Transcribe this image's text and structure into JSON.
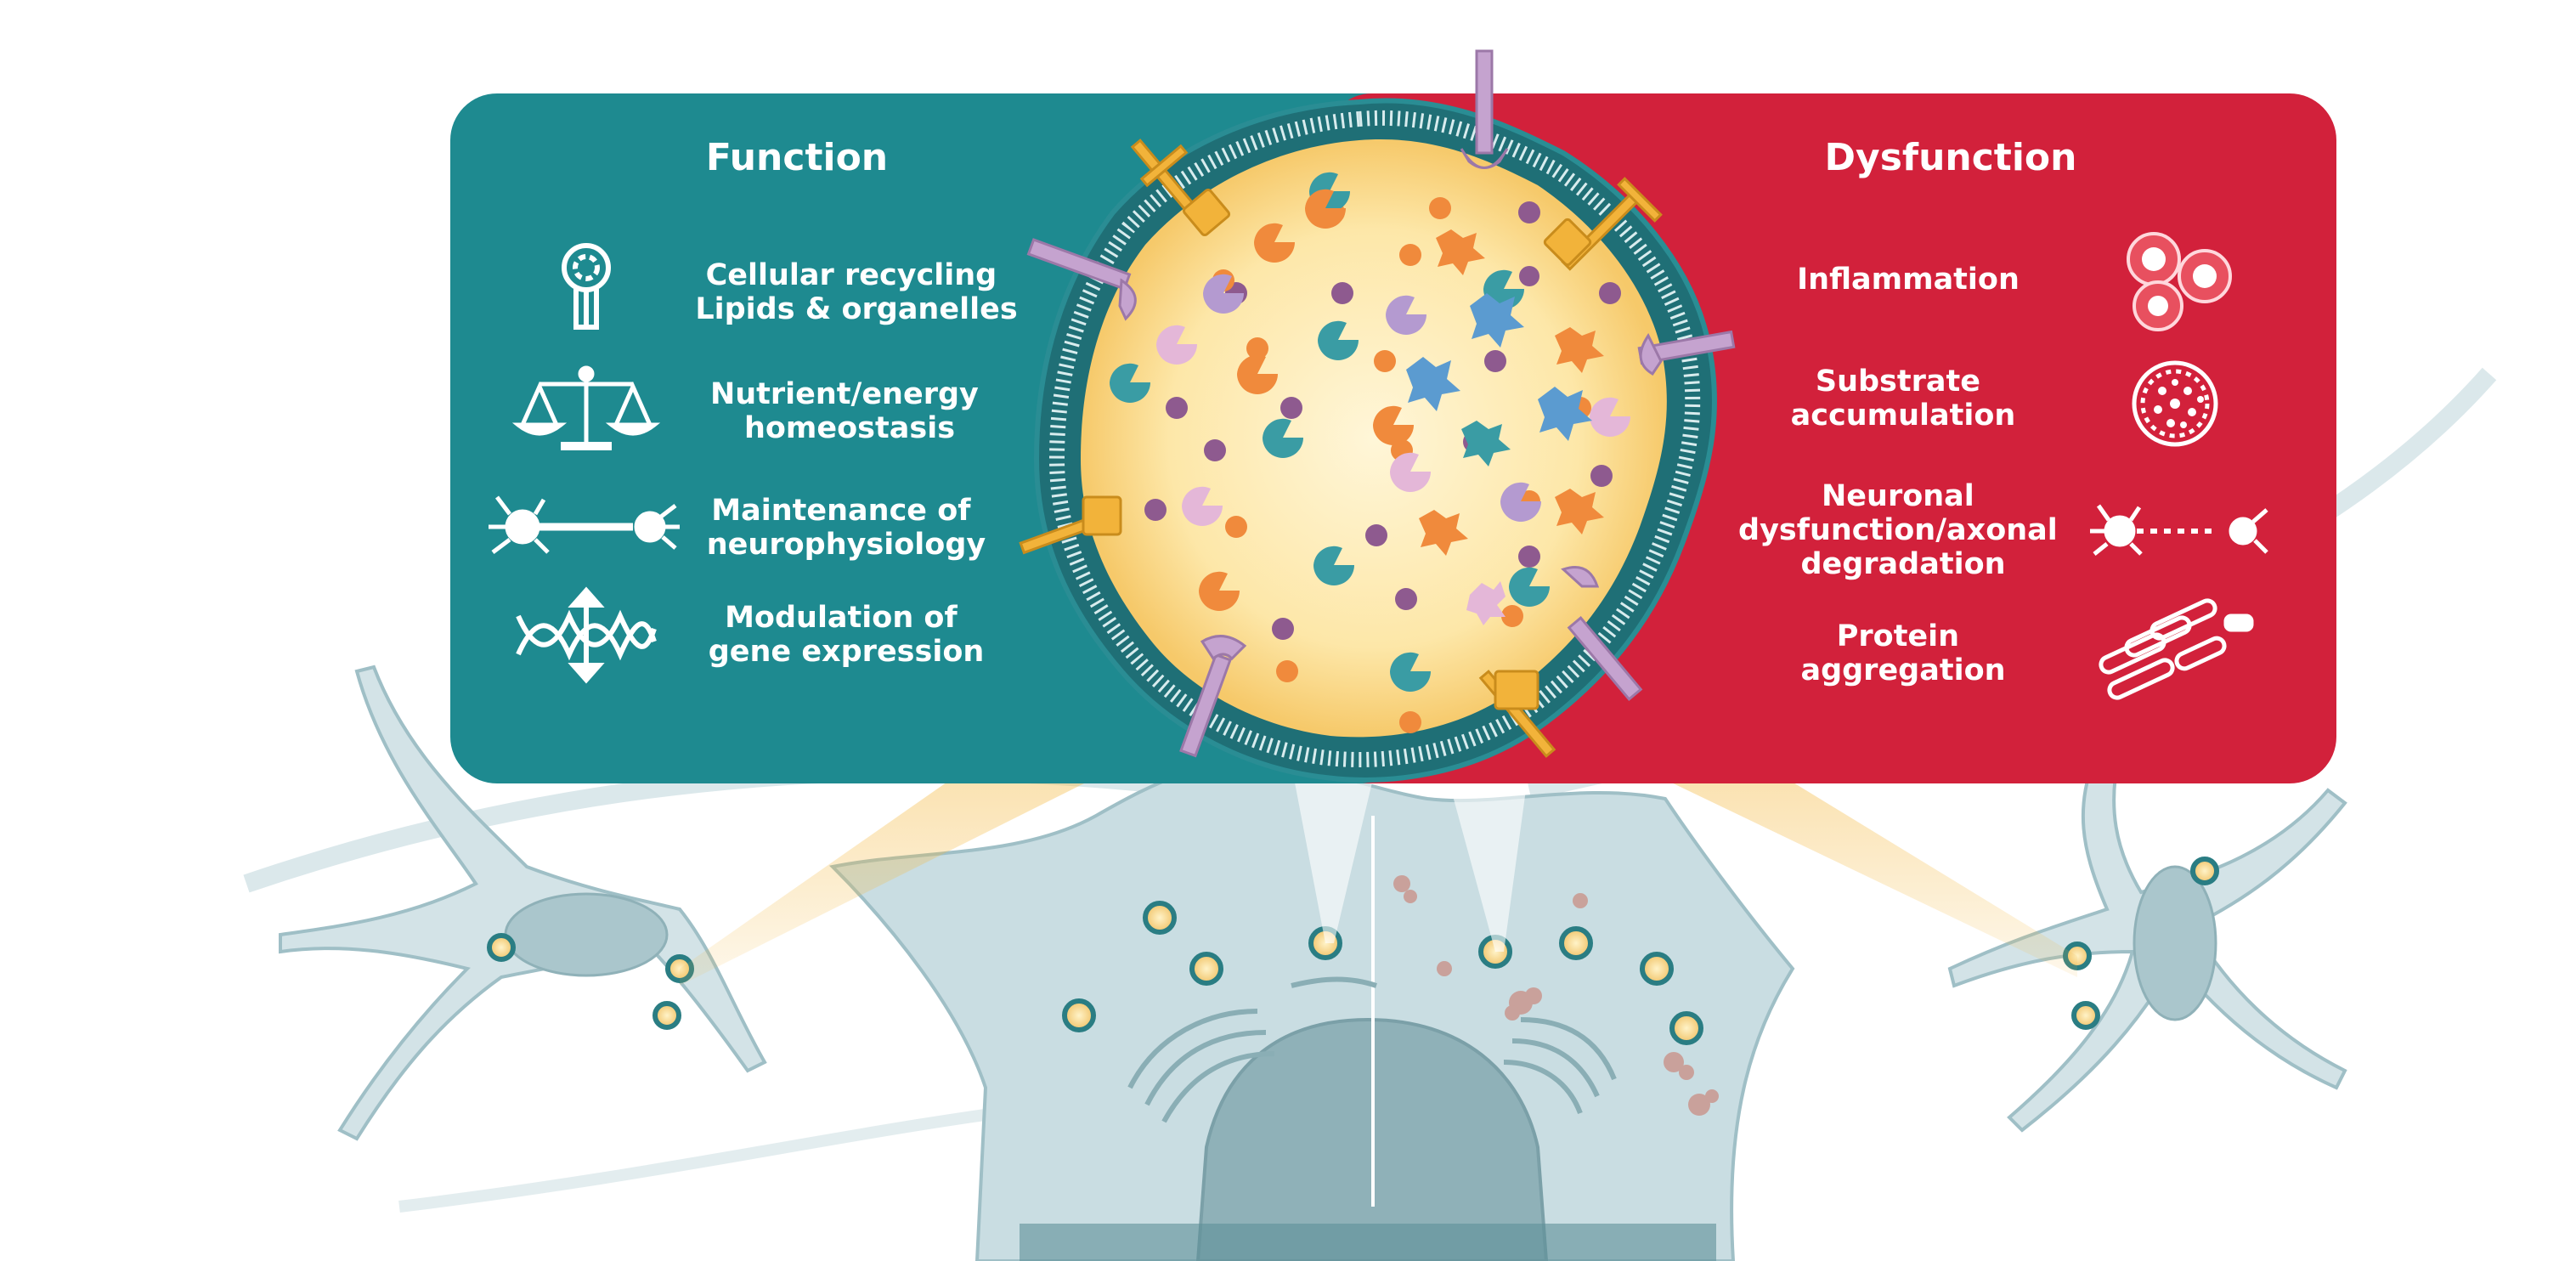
{
  "function_panel": {
    "title": "Function",
    "color": "#1e8a90",
    "items": [
      {
        "icon": "lysosome-recycling-icon",
        "lines": [
          "Cellular recycling",
          "Lipids & organelles"
        ]
      },
      {
        "icon": "balance-scale-icon",
        "lines": [
          "Nutrient/energy",
          "homeostasis"
        ]
      },
      {
        "icon": "healthy-neuron-icon",
        "lines": [
          "Maintenance of",
          "neurophysiology"
        ]
      },
      {
        "icon": "dna-helix-icon",
        "lines": [
          "Modulation of",
          "gene expression"
        ]
      }
    ]
  },
  "dysfunction_panel": {
    "title": "Dysfunction",
    "color": "#d2213b",
    "items": [
      {
        "icon": "inflammation-cells-icon",
        "lines": [
          "Inflammation"
        ]
      },
      {
        "icon": "substrate-accumulation-icon",
        "lines": [
          "Substrate",
          "accumulation"
        ]
      },
      {
        "icon": "degraded-neuron-icon",
        "lines": [
          "Neuronal",
          "dysfunction/axonal",
          "degradation"
        ]
      },
      {
        "icon": "protein-aggregate-icon",
        "lines": [
          "Protein",
          "aggregation"
        ]
      }
    ]
  },
  "colors": {
    "lysosome_lumen": "#fde9b0",
    "membrane": "#2a7d83",
    "cell_body": "#c9dde2",
    "nucleus": "#8fb1b8"
  }
}
